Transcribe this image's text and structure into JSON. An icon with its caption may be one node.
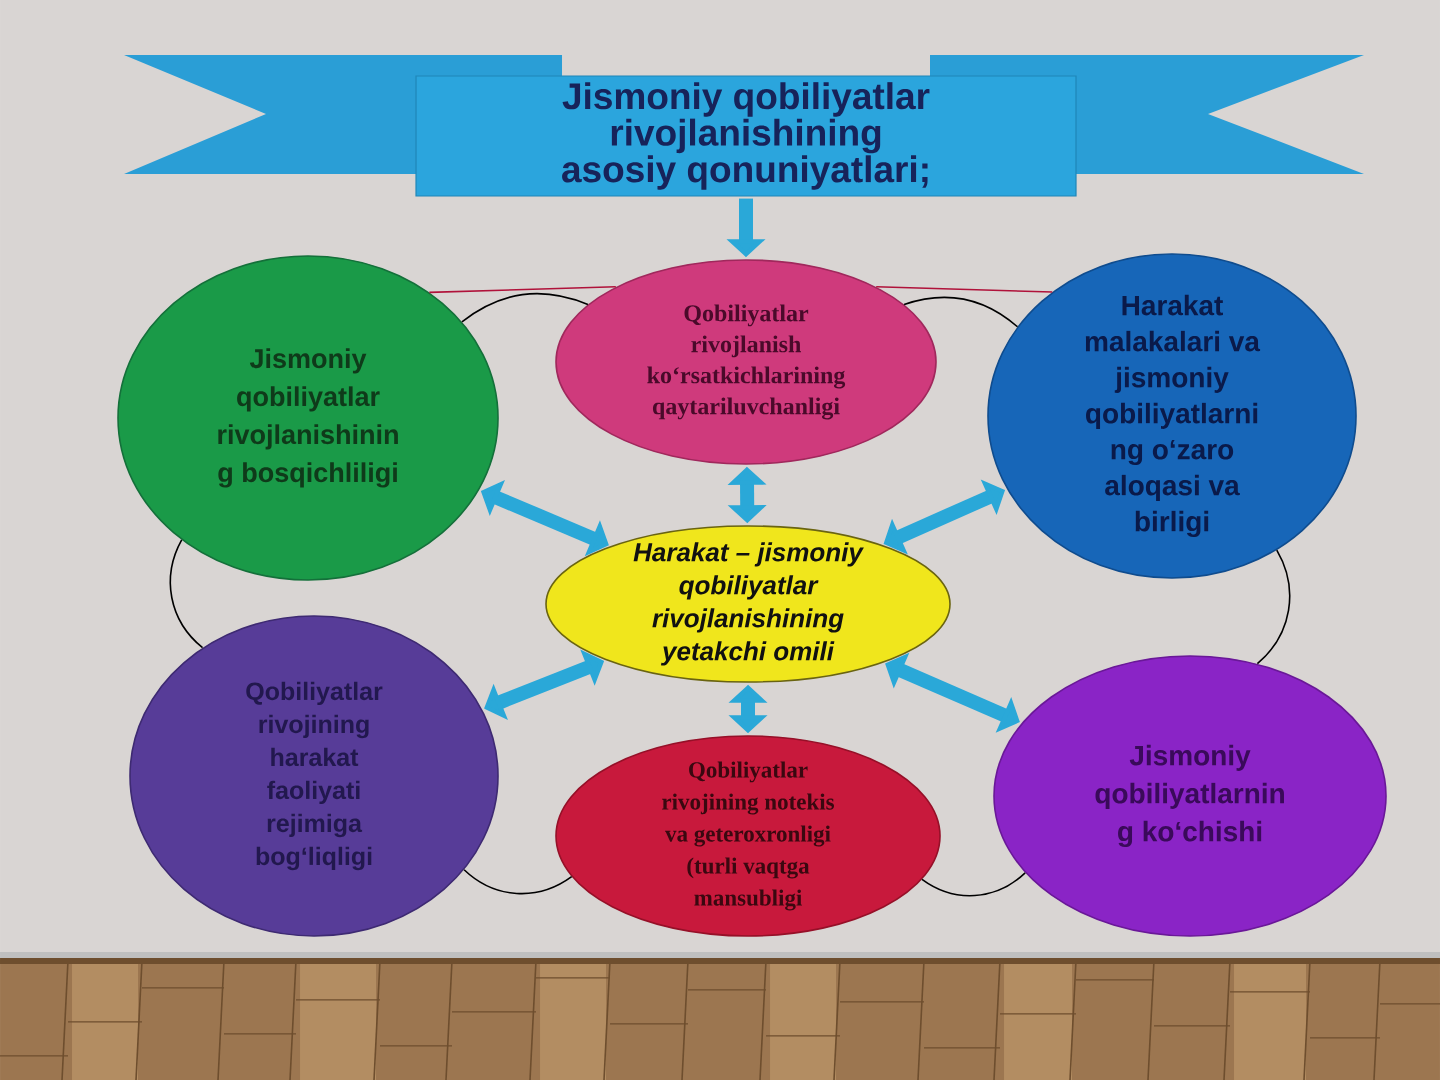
{
  "diagram": {
    "nodes": [
      {
        "text": [
          "Jismoniy qobiliyatlar rivojlanishining asosiy qonuniyatlari;"
        ]
      },
      {
        "text": [
          "Jismoniy qobiliyatlar rivojlanishinin g bosqichliligi"
        ]
      },
      {
        "text": [
          "Qobiliyatlar rivojlanish ko‘rsatkichlarining qaytariluvchanligi"
        ]
      },
      {
        "text": [
          "Harakat malakalari va jismoniy qobiliyatlarni ng o‘zaro aloqasi va birligi"
        ]
      },
      {
        "text": [
          "Harakat – jismoniy qobiliyatlar rivojlanishining yetakchi omili"
        ]
      },
      {
        "text": [
          "Qobiliyatlar rivojining harakat faoliyati rejimiga bog‘liqligi"
        ]
      },
      {
        "text": [
          "Qobiliyatlar rivojining notekis va geteroxronligi (turli vaqtga mansubligi"
        ]
      },
      {
        "text": [
          "Jismoniy qobiliyatlarnin g ko‘chishi"
        ]
      }
    ],
    "edges": [
      {
        "from": 0,
        "to": 2,
        "arrow": "to",
        "style": "thick"
      },
      {
        "from": 2,
        "to": 4,
        "arrow": "both",
        "style": "thick"
      },
      {
        "from": 1,
        "to": 4,
        "arrow": "both",
        "style": "thick"
      },
      {
        "from": 3,
        "to": 4,
        "arrow": "both",
        "style": "thick"
      },
      {
        "from": 4,
        "to": 5,
        "arrow": "both",
        "style": "thick"
      },
      {
        "from": 4,
        "to": 6,
        "arrow": "both",
        "style": "thick"
      },
      {
        "from": 4,
        "to": 7,
        "arrow": "both",
        "style": "thick"
      },
      {
        "from": 1,
        "to": 2,
        "arrow": "none",
        "color": "#b0123a"
      },
      {
        "from": 2,
        "to": 3,
        "arrow": "none",
        "color": "#b0123a"
      },
      {
        "from": 1,
        "to": 2,
        "arrow": "none",
        "color": "#000000"
      },
      {
        "from": 2,
        "to": 3,
        "arrow": "none",
        "color": "#000000"
      },
      {
        "from": 3,
        "to": 7,
        "arrow": "none",
        "color": "#000000"
      },
      {
        "from": 6,
        "to": 7,
        "arrow": "none",
        "color": "#000000"
      },
      {
        "from": 5,
        "to": 6,
        "arrow": "none",
        "color": "#000000"
      },
      {
        "from": 1,
        "to": 5,
        "arrow": "none",
        "color": "#000000"
      }
    ]
  }
}
